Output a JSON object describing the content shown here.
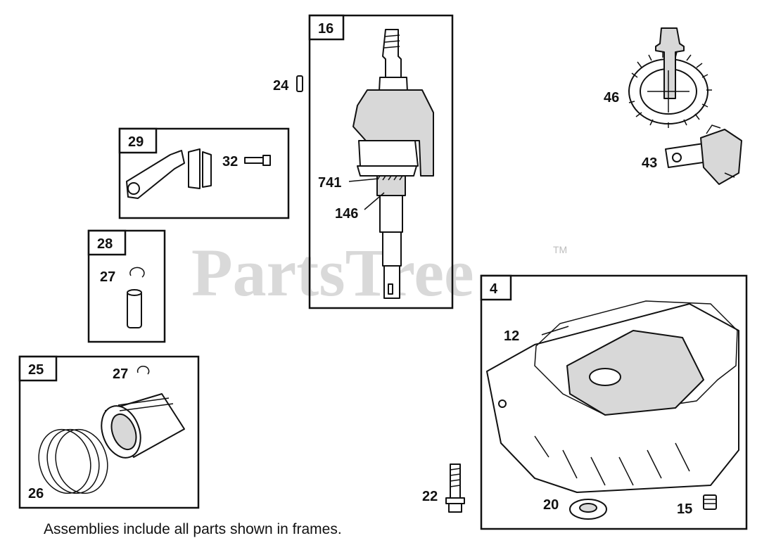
{
  "watermark": {
    "text": "PartsTree",
    "trademark": "TM"
  },
  "frames": [
    {
      "id": "16"
    },
    {
      "id": "29"
    },
    {
      "id": "28"
    },
    {
      "id": "25"
    },
    {
      "id": "4"
    }
  ],
  "labels": {
    "p24": "24",
    "p32": "32",
    "p27a": "27",
    "p27b": "27",
    "p26": "26",
    "p741": "741",
    "p146": "146",
    "p46": "46",
    "p43": "43",
    "p12": "12",
    "p22": "22",
    "p20": "20",
    "p15": "15"
  },
  "caption": "Assemblies include all parts shown in frames.",
  "colors": {
    "ink": "#111111",
    "watermark": "#d9d9d9",
    "fill_gray": "#d8d8d8"
  }
}
